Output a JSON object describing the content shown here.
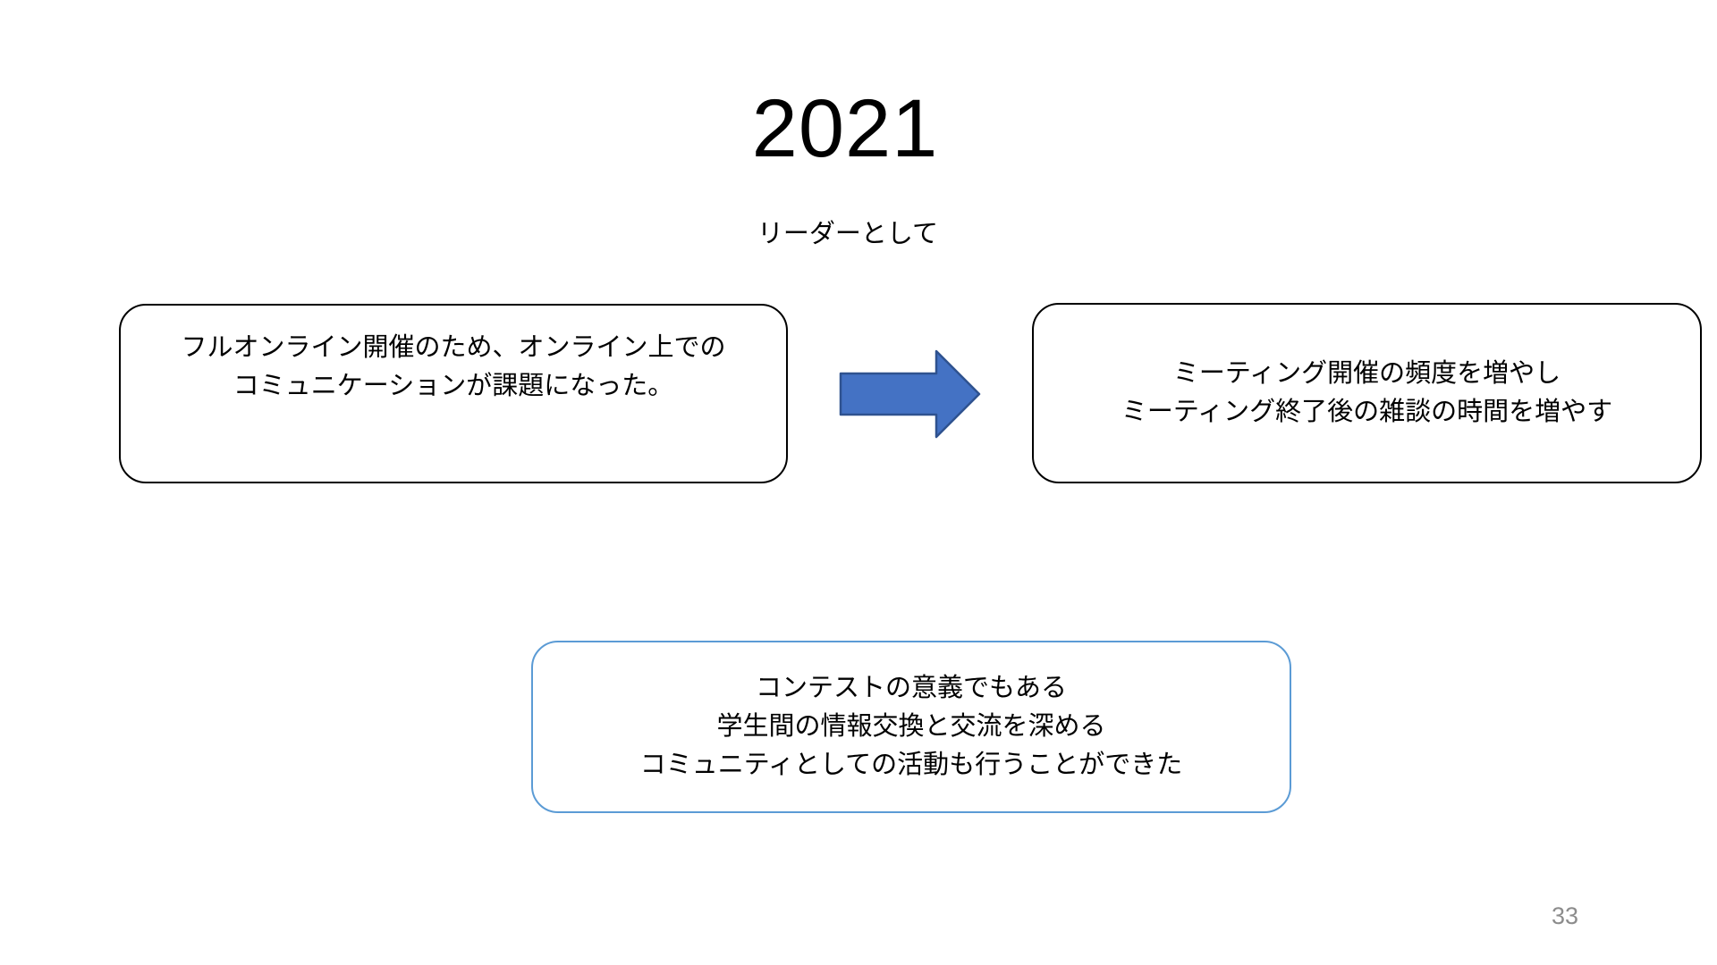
{
  "slide": {
    "title": "2021",
    "subtitle": "リーダーとして",
    "problem_box": {
      "lines": [
        "フルオンライン開催のため、オンライン上での",
        "コミュニケーションが課題になった。"
      ]
    },
    "solution_box": {
      "lines": [
        "ミーティング開催の頻度を増やし",
        "ミーティング終了後の雑談の時間を増やす"
      ]
    },
    "summary_box": {
      "lines": [
        "コンテストの意義でもある",
        "学生間の情報交換と交流を深める",
        "コミュニティとしての活動も行うことができた"
      ]
    },
    "arrow": {
      "icon": "right-block-arrow",
      "fill": "#4472C4",
      "stroke": "#2F528F"
    },
    "colors": {
      "box_border": "#000000",
      "summary_border": "#5B9BD5",
      "page_number": "#8C8C8C",
      "background": "#FFFFFF",
      "text": "#000000"
    },
    "page_number": "33"
  }
}
